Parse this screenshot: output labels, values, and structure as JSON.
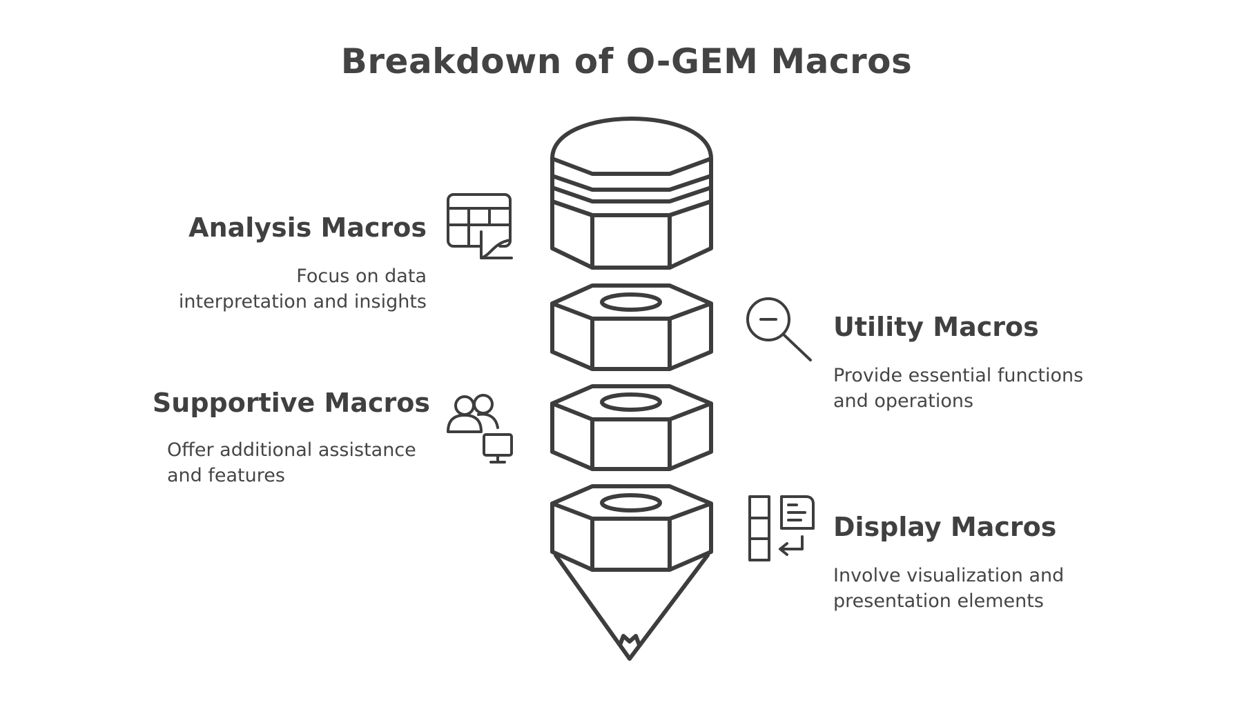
{
  "title": "Breakdown of O-GEM Macros",
  "items": [
    {
      "heading": "Analysis Macros",
      "desc_lines": [
        "Focus on data",
        "interpretation and insights"
      ],
      "icon": "table-chart-icon"
    },
    {
      "heading": "Utility Macros",
      "desc_lines": [
        "Provide essential functions",
        "and operations"
      ],
      "icon": "magnifier-minus-icon"
    },
    {
      "heading": "Supportive Macros",
      "desc_lines": [
        "Offer additional assistance",
        "and features"
      ],
      "icon": "users-monitor-icon"
    },
    {
      "heading": "Display Macros",
      "desc_lines": [
        "Involve visualization and",
        "presentation elements"
      ],
      "icon": "columns-document-icon"
    }
  ],
  "colors": {
    "stroke": "#3d3d3d",
    "text": "#404040",
    "background": "#ffffff"
  }
}
